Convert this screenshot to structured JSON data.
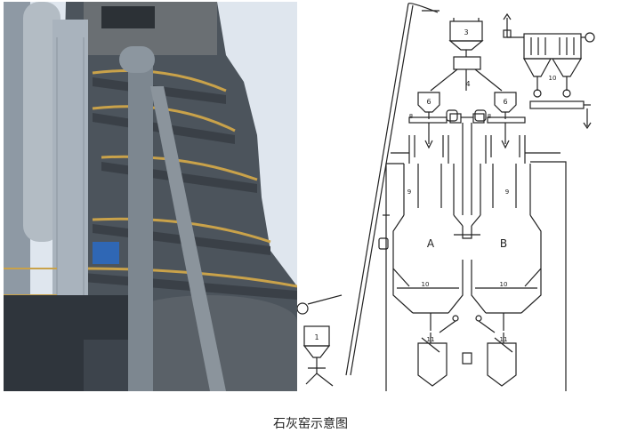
{
  "caption": "石灰窑示意图",
  "diagram_labels": {
    "n1": "1",
    "n3": "3",
    "n4": "4",
    "n6_left": "6",
    "n6_right": "6",
    "n8_left": "8",
    "n8_right": "8",
    "n9_left": "9",
    "n9_right": "9",
    "n10_top": "10",
    "n10_left": "10",
    "n10_right": "10",
    "n11_left": "11",
    "n11_right": "11",
    "shaft_a": "A",
    "shaft_b": "B"
  },
  "colors": {
    "line": "#222222",
    "sky": "#dfe6ee",
    "steel": "#5d6670",
    "dark_steel": "#2f353c",
    "pipe": "#a9b3bd",
    "railing": "#c9a24a"
  }
}
